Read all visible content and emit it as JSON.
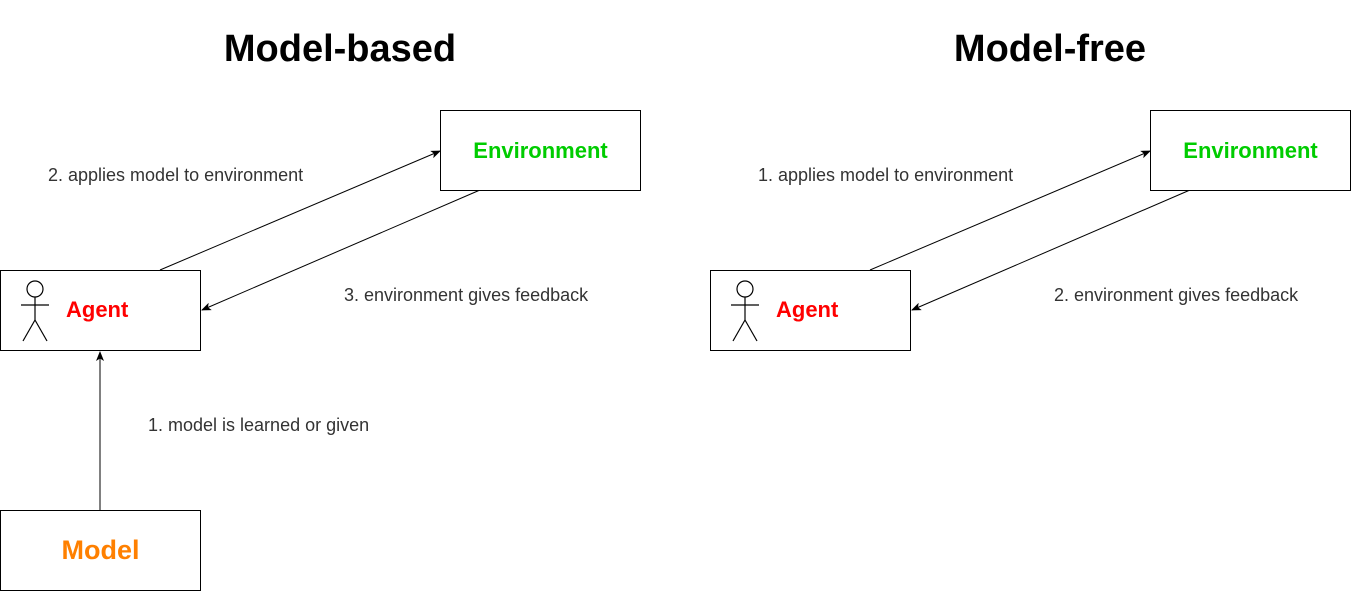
{
  "colors": {
    "environment": "#00cc00",
    "agent": "#ff0000",
    "model": "#ff8000",
    "edge_text": "#333333",
    "line": "#000000"
  },
  "left": {
    "title": "Model-based",
    "environment_label": "Environment",
    "agent_label": "Agent",
    "model_label": "Model",
    "edge_applies": "2. applies model to environment",
    "edge_feedback": "3. environment gives feedback",
    "edge_learned": "1. model is learned or given"
  },
  "right": {
    "title": "Model-free",
    "environment_label": "Environment",
    "agent_label": "Agent",
    "edge_applies": "1. applies model to environment",
    "edge_feedback": "2. environment gives feedback"
  }
}
